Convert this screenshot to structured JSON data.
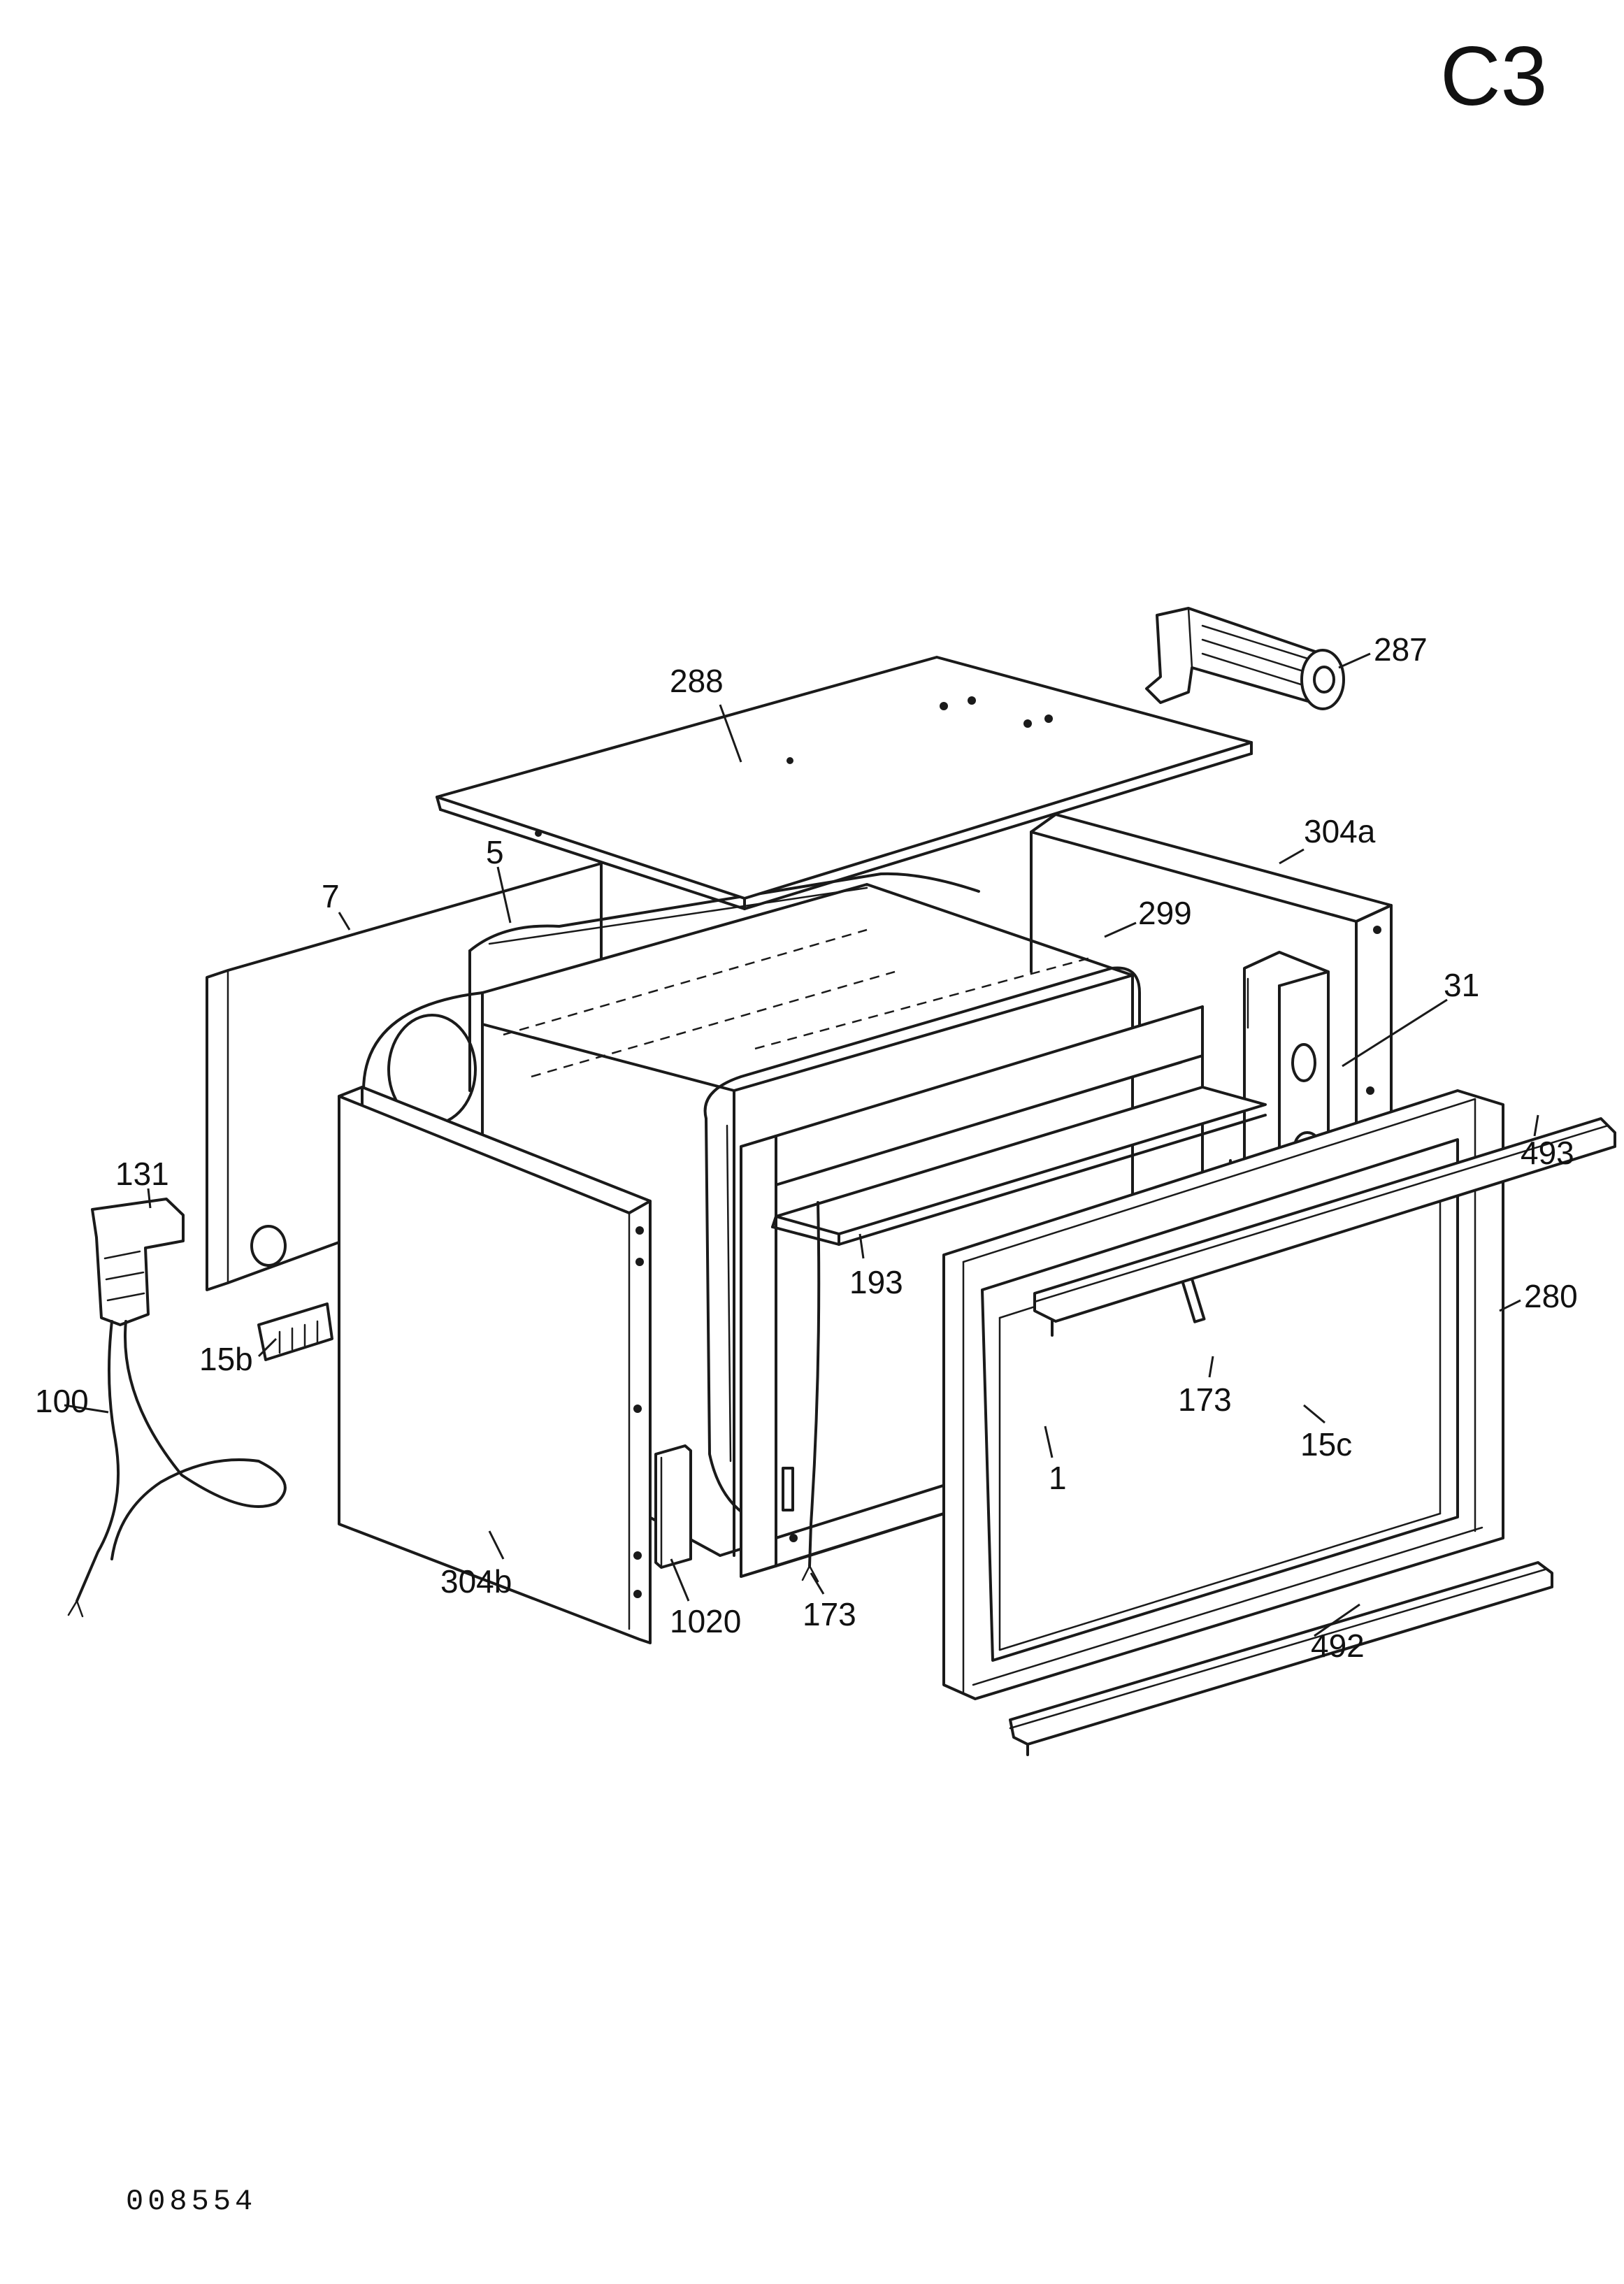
{
  "sheet": {
    "id": "C3",
    "document_number": "008554"
  },
  "callouts": {
    "top_cover": "288",
    "fan": "287",
    "back_panel": "304a",
    "side_panel_left": "7",
    "insulation": "5",
    "seal_299": "299",
    "bracket_31": "31",
    "side_trim_493": "493",
    "connector": "131",
    "cable": "100",
    "rail_15b": "15b",
    "side_panel_right": "304b",
    "plate_1020": "1020",
    "wire_173_lower": "173",
    "deflector": "193",
    "wire_173_upper": "173",
    "base_plate": "15c",
    "inner_frame": "1",
    "front_frame": "280",
    "bottom_trim": "492"
  }
}
